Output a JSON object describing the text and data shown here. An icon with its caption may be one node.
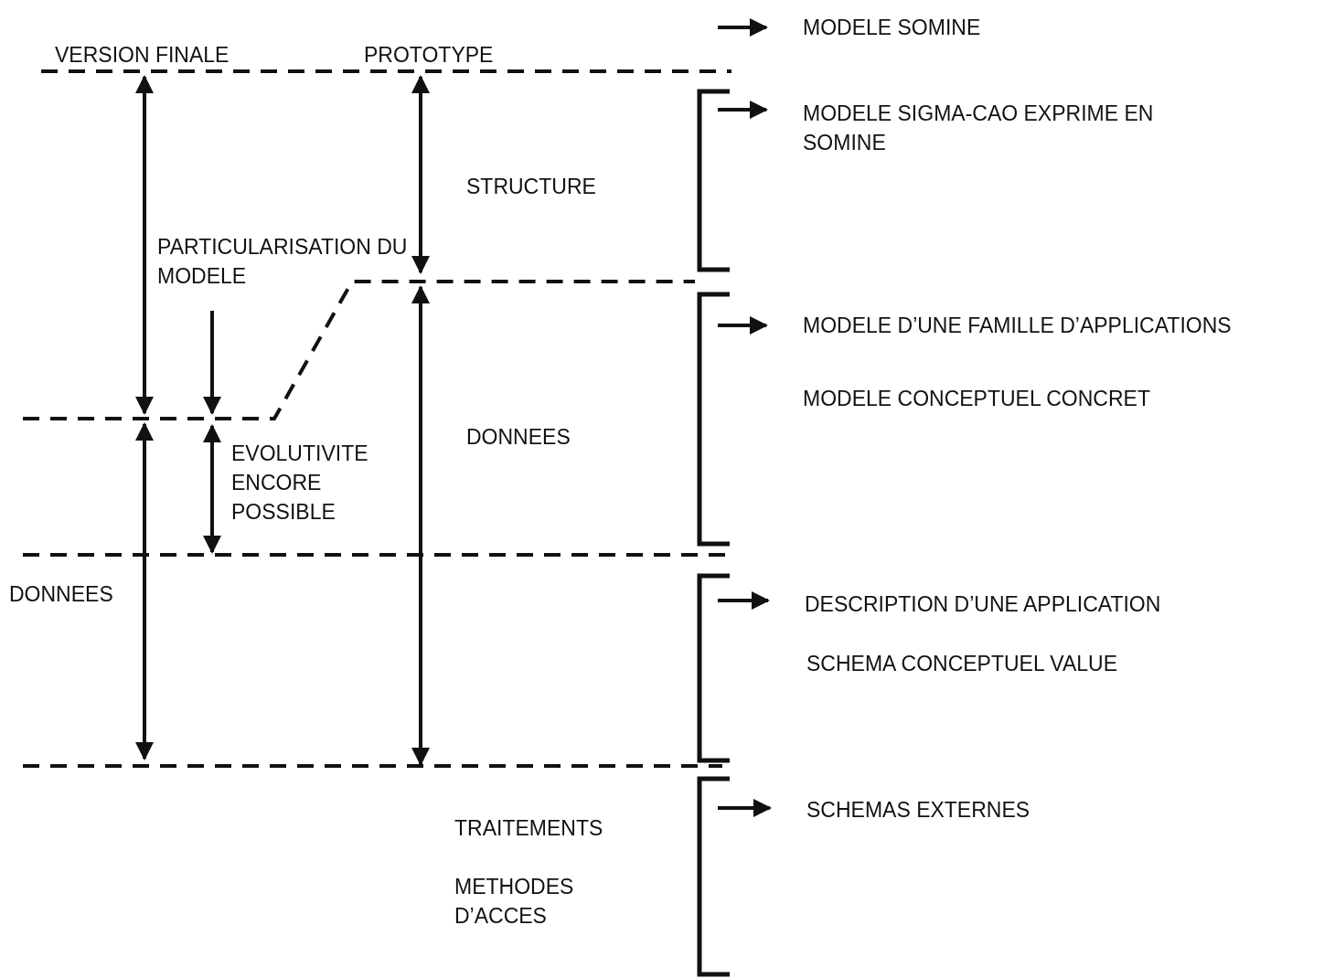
{
  "diagram": {
    "nodes": [
      {
        "text": [
          "MODELE SOMINE"
        ]
      },
      {
        "text": [
          "MODELE SIGMA-CAO EXPRIME EN SOMINE"
        ]
      },
      {
        "text": [
          "MODELE D’UNE FAMILLE D’APPLICATIONS"
        ]
      },
      {
        "text": [
          "DESCRIPTION D’UNE APPLICATION"
        ]
      },
      {
        "text": [
          "SCHEMAS EXTERNES"
        ]
      }
    ],
    "edges": [
      {
        "from": null,
        "to": 0,
        "arrow": "to"
      },
      {
        "from": null,
        "to": 1,
        "arrow": "to"
      },
      {
        "from": null,
        "to": 2,
        "arrow": "to"
      },
      {
        "from": null,
        "to": 3,
        "arrow": "to"
      },
      {
        "from": null,
        "to": 4,
        "arrow": "to"
      }
    ],
    "labels": [
      "VERSION FINALE",
      "PROTOTYPE",
      "STRUCTURE",
      "PARTICULARISATION DU MODELE",
      "MODELE CONCEPTUEL CONCRET",
      "EVOLUTIVITE ENCORE POSSIBLE",
      "DONNEES",
      "DONNEES",
      "SCHEMA CONCEPTUEL VALUE",
      "TRAITEMENTS",
      "METHODES D’ACCES"
    ]
  }
}
